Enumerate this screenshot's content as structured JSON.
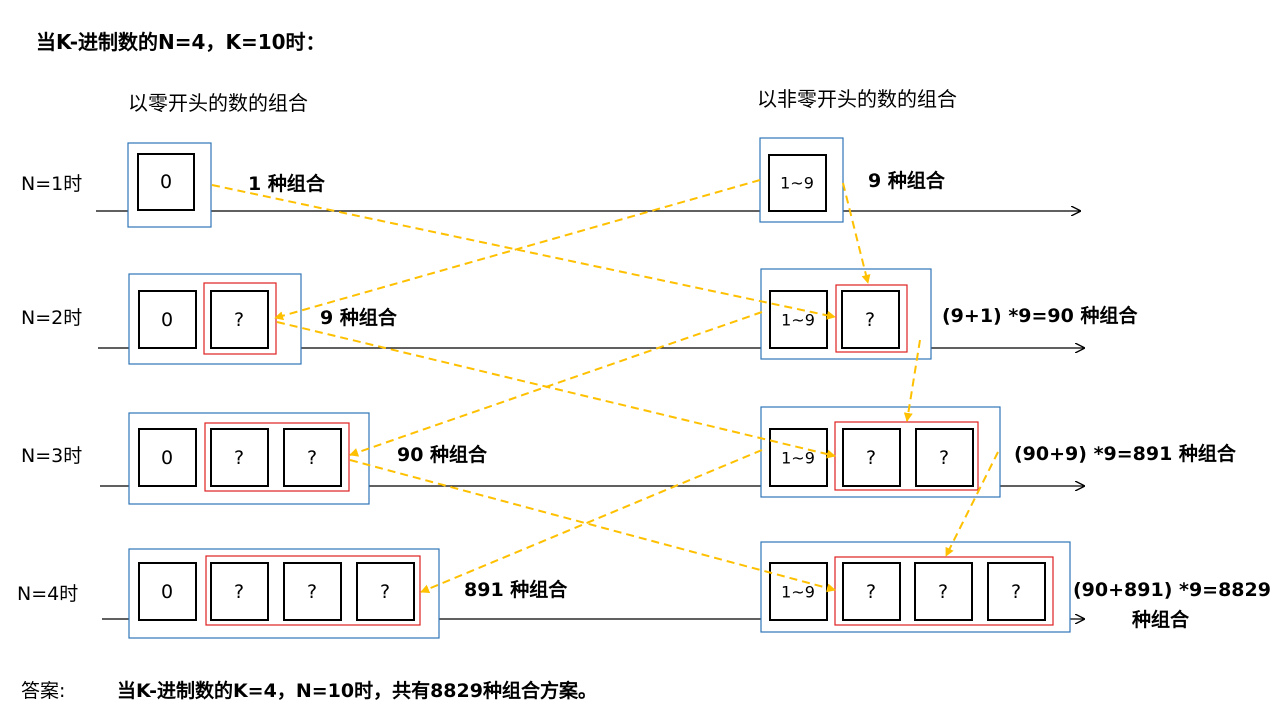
{
  "title": "当K-进制数的N=4，K=10时：",
  "heading_left": "以零开头的数的组合",
  "heading_right": "以非零开头的数的组合",
  "rows": [
    {
      "label": "N=1时",
      "left_digits": [
        "0"
      ],
      "left_count": "1 种组合",
      "right_digits": [
        "1~9"
      ],
      "right_count": [
        "9 种组合"
      ]
    },
    {
      "label": "N=2时",
      "left_digits": [
        "0",
        "?"
      ],
      "left_count": "9 种组合",
      "right_digits": [
        "1~9",
        "?"
      ],
      "right_count": [
        "(9+1) *9=90 种组合"
      ]
    },
    {
      "label": "N=3时",
      "left_digits": [
        "0",
        "?",
        "?"
      ],
      "left_count": "90 种组合",
      "right_digits": [
        "1~9",
        "?",
        "?"
      ],
      "right_count": [
        "(90+9) *9=891 种组合"
      ]
    },
    {
      "label": "N=4时",
      "left_digits": [
        "0",
        "?",
        "?",
        "?"
      ],
      "left_count": "891 种组合",
      "right_digits": [
        "1~9",
        "?",
        "?",
        "?"
      ],
      "right_count": [
        "(90+891) *9=8829",
        "种组合"
      ]
    }
  ],
  "answer_label": "答案:",
  "answer_text": "当K-进制数的K=4，N=10时，共有8829种组合方案。",
  "colors": {
    "group_border": "#2e75b6",
    "highlight_border": "#e02020",
    "arrow": "#ffc000",
    "line": "#000000"
  }
}
